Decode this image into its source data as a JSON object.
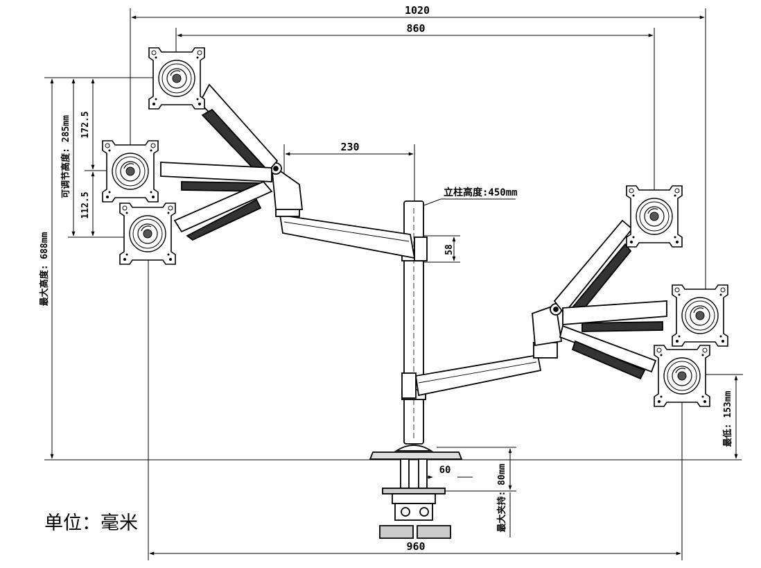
{
  "dimensions": {
    "total_width": "1020",
    "arm_span": "860",
    "arm_offset": "230",
    "post_height": "立柱高度:450mm",
    "clamp_height": "58",
    "clamp_width": "60",
    "max_clamp": "最大夹持: 80mm",
    "min_height": "最低: 153mm",
    "max_height": "最大高度: 688mm",
    "adjust_height": "可调节高度: 285mm",
    "adjust_upper": "172.5",
    "adjust_lower": "112.5",
    "base_width": "960"
  },
  "unit_label": "单位：毫米",
  "colors": {
    "line": "#000000",
    "dim_line": "#000000",
    "background": "#ffffff"
  }
}
